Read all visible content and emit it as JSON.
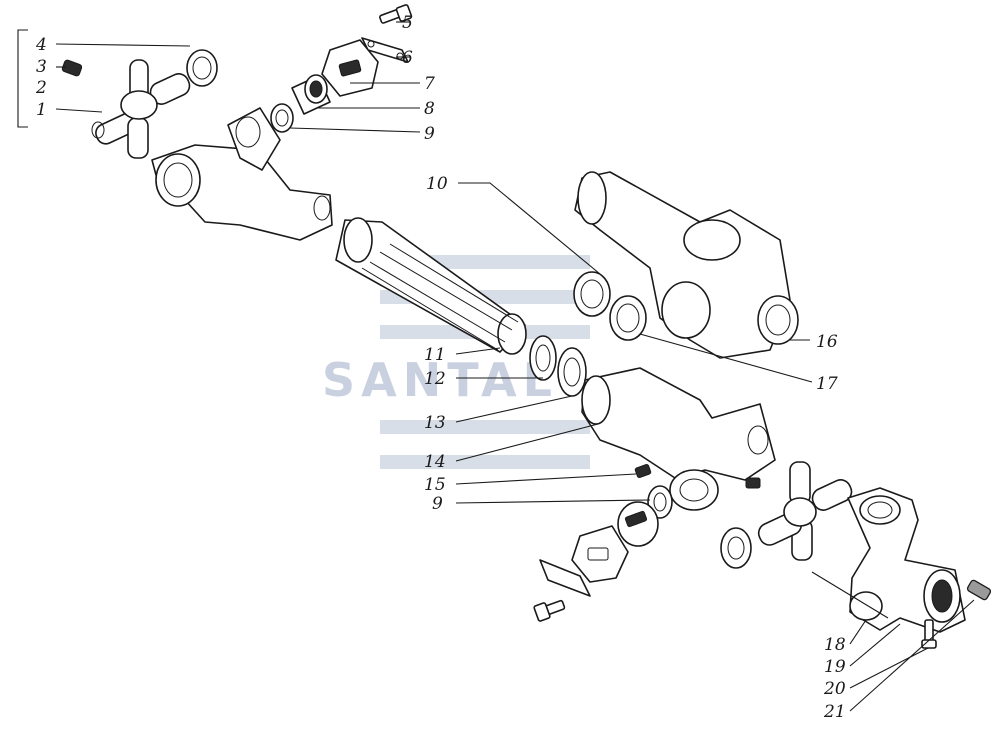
{
  "watermark": {
    "text": "SANTAL"
  },
  "callouts": [
    {
      "id": "c1",
      "label": "1"
    },
    {
      "id": "c2",
      "label": "2"
    },
    {
      "id": "c3",
      "label": "3"
    },
    {
      "id": "c4",
      "label": "4"
    },
    {
      "id": "c5",
      "label": "5"
    },
    {
      "id": "c6",
      "label": "6"
    },
    {
      "id": "c7",
      "label": "7"
    },
    {
      "id": "c8",
      "label": "8"
    },
    {
      "id": "c9a",
      "label": "9"
    },
    {
      "id": "c10",
      "label": "10"
    },
    {
      "id": "c11",
      "label": "11"
    },
    {
      "id": "c12",
      "label": "12"
    },
    {
      "id": "c13",
      "label": "13"
    },
    {
      "id": "c14",
      "label": "14"
    },
    {
      "id": "c15",
      "label": "15"
    },
    {
      "id": "c9b",
      "label": "9"
    },
    {
      "id": "c16",
      "label": "16"
    },
    {
      "id": "c17",
      "label": "17"
    },
    {
      "id": "c18",
      "label": "18"
    },
    {
      "id": "c19",
      "label": "19"
    },
    {
      "id": "c20",
      "label": "20"
    },
    {
      "id": "c21",
      "label": "21"
    }
  ]
}
